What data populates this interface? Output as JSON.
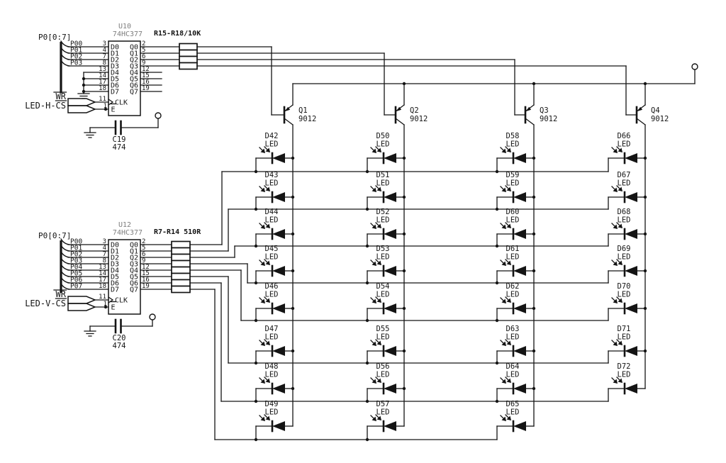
{
  "schematic": {
    "registers": [
      {
        "ref": "U10",
        "part": "74HC377",
        "bus_label": "P0[0:7]",
        "input_pins": [
          {
            "signal": "P00",
            "pin": "3",
            "name": "D0"
          },
          {
            "signal": "P01",
            "pin": "4",
            "name": "D1"
          },
          {
            "signal": "P02",
            "pin": "7",
            "name": "D2"
          },
          {
            "signal": "P03",
            "pin": "8",
            "name": "D3"
          },
          {
            "signal": "",
            "pin": "13",
            "name": "D4"
          },
          {
            "signal": "",
            "pin": "14",
            "name": "D5"
          },
          {
            "signal": "",
            "pin": "17",
            "name": "D6"
          },
          {
            "signal": "",
            "pin": "18",
            "name": "D7"
          }
        ],
        "output_pins": [
          {
            "pin": "2",
            "name": "Q0",
            "connected": true
          },
          {
            "pin": "5",
            "name": "Q1",
            "connected": true
          },
          {
            "pin": "6",
            "name": "Q2",
            "connected": true
          },
          {
            "pin": "9",
            "name": "Q3",
            "connected": true
          },
          {
            "pin": "12",
            "name": "Q4",
            "connected": false
          },
          {
            "pin": "15",
            "name": "Q5",
            "connected": false
          },
          {
            "pin": "16",
            "name": "Q6",
            "connected": false
          },
          {
            "pin": "19",
            "name": "Q7",
            "connected": false
          }
        ],
        "clk_pin": "11",
        "clk_label": "CLK",
        "en_pin": "1",
        "en_label": "E",
        "wr_label": "WR",
        "cs_label": "LED-H-CS",
        "rpack_label": "R15-R18/10K",
        "cap_ref": "C19",
        "cap_value": "474"
      },
      {
        "ref": "U12",
        "part": "74HC377",
        "bus_label": "P0[0:7]",
        "input_pins": [
          {
            "signal": "P00",
            "pin": "3",
            "name": "D0"
          },
          {
            "signal": "P01",
            "pin": "4",
            "name": "D1"
          },
          {
            "signal": "P02",
            "pin": "7",
            "name": "D2"
          },
          {
            "signal": "P03",
            "pin": "8",
            "name": "D3"
          },
          {
            "signal": "P04",
            "pin": "13",
            "name": "D4"
          },
          {
            "signal": "P05",
            "pin": "14",
            "name": "D5"
          },
          {
            "signal": "P06",
            "pin": "17",
            "name": "D6"
          },
          {
            "signal": "P07",
            "pin": "18",
            "name": "D7"
          }
        ],
        "output_pins": [
          {
            "pin": "2",
            "name": "Q0",
            "connected": true
          },
          {
            "pin": "5",
            "name": "Q1",
            "connected": true
          },
          {
            "pin": "6",
            "name": "Q2",
            "connected": true
          },
          {
            "pin": "9",
            "name": "Q3",
            "connected": true
          },
          {
            "pin": "12",
            "name": "Q4",
            "connected": true
          },
          {
            "pin": "15",
            "name": "Q5",
            "connected": true
          },
          {
            "pin": "16",
            "name": "Q6",
            "connected": true
          },
          {
            "pin": "19",
            "name": "Q7",
            "connected": true
          }
        ],
        "clk_pin": "11",
        "clk_label": "CLK",
        "en_pin": "1",
        "en_label": "E",
        "wr_label": "WR",
        "cs_label": "LED-V-CS",
        "rpack_label": "R7-R14 510R",
        "cap_ref": "C20",
        "cap_value": "474"
      }
    ],
    "transistors": [
      {
        "ref": "Q1",
        "part": "9012"
      },
      {
        "ref": "Q2",
        "part": "9012"
      },
      {
        "ref": "Q3",
        "part": "9012"
      },
      {
        "ref": "Q4",
        "part": "9012"
      }
    ],
    "led_type_label": "LED",
    "led_columns": [
      {
        "leds": [
          "D42",
          "D43",
          "D44",
          "D45",
          "D46",
          "D47",
          "D48",
          "D49"
        ]
      },
      {
        "leds": [
          "D50",
          "D51",
          "D52",
          "D53",
          "D54",
          "D55",
          "D56",
          "D57"
        ]
      },
      {
        "leds": [
          "D58",
          "D59",
          "D60",
          "D61",
          "D62",
          "D63",
          "D64",
          "D65"
        ]
      },
      {
        "leds": [
          "D66",
          "D67",
          "D68",
          "D69",
          "D70",
          "D71",
          "D72"
        ]
      }
    ]
  }
}
